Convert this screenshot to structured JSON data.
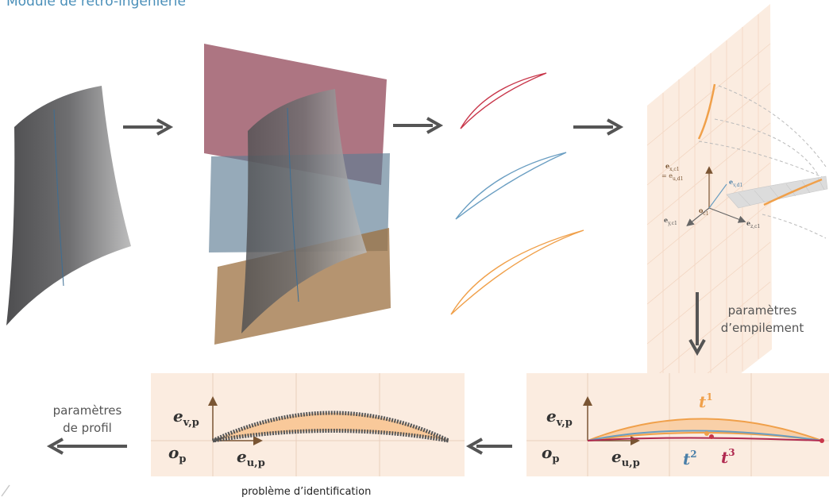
{
  "title": "Module de rétro-ingénierie",
  "labels": {
    "stacking_params_line1": "paramètres",
    "stacking_params_line2": "d’empilement",
    "profile_params_line1": "paramètres",
    "profile_params_line2": "de profil",
    "identification": "problème d’identification"
  },
  "stacking_axes": {
    "e_x": "e",
    "e_x_sub": "x,c1",
    "e_u": "= e",
    "e_u_sub": "u,d1",
    "e_v": "e",
    "e_v_sub": "v,d1",
    "e_y": "e",
    "e_y_sub": "y,c1",
    "e_z": "e",
    "e_z_sub": "z,c1",
    "o": "o",
    "o_sub": "c1"
  },
  "profile_panel": {
    "e_v": "e",
    "e_v_sub": "v,p",
    "e_u": "e",
    "e_u_sub": "u,p",
    "o": "o",
    "o_sub": "p"
  },
  "identification_panel": {
    "e_v": "e",
    "e_v_sub": "v,p",
    "e_u": "e",
    "e_u_sub": "u,p",
    "o": "o",
    "o_sub": "p",
    "t1": "t",
    "t1_sup": "1",
    "t2": "t",
    "t2_sup": "2",
    "t3": "t",
    "t3_sup": "3"
  },
  "colors": {
    "title": "#4a8fb9",
    "red_section": "#c8364a",
    "blue_section": "#6a9ec2",
    "orange_section": "#f0a04a",
    "panel_bg": "#fbece0",
    "arrow": "#555555"
  }
}
